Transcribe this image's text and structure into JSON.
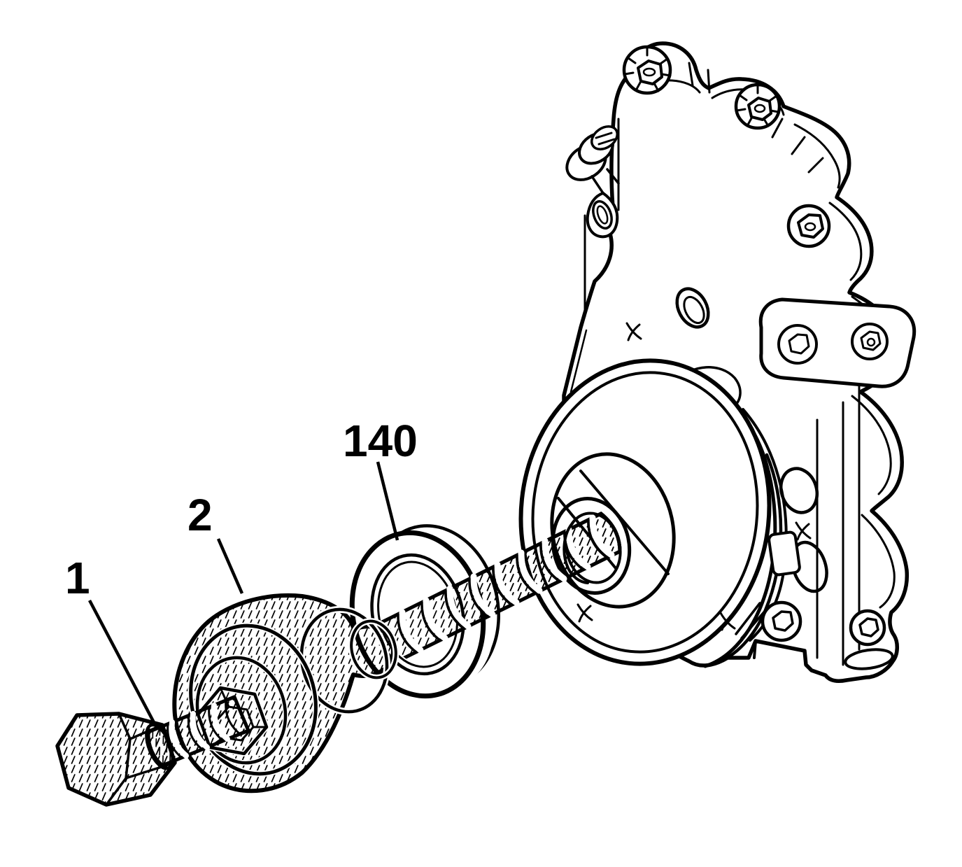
{
  "figure": {
    "type": "technical-illustration",
    "background": "#ffffff",
    "ink": "#000000",
    "callouts": [
      {
        "label": "1"
      },
      {
        "label": "2"
      },
      {
        "label": "140"
      }
    ]
  }
}
